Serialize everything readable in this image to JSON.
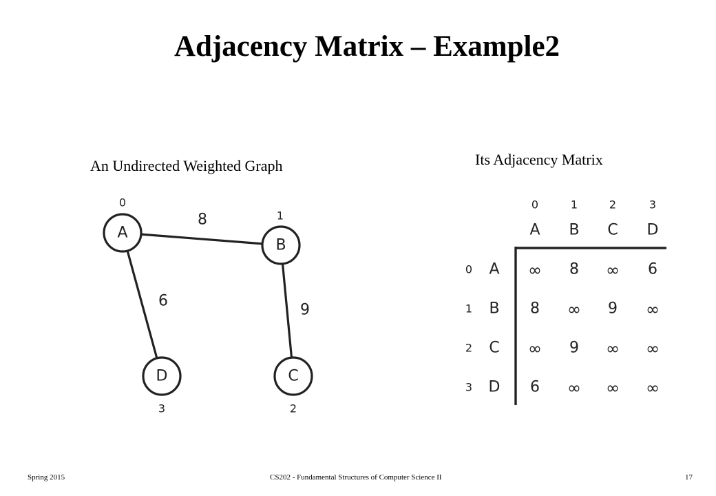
{
  "slide": {
    "title": "Adjacency Matrix – Example2",
    "graph_caption": "An Undirected Weighted Graph",
    "matrix_caption": "Its Adjacency Matrix"
  },
  "graph": {
    "nodes": [
      {
        "id": "A",
        "label": "A",
        "index": "0"
      },
      {
        "id": "B",
        "label": "B",
        "index": "1"
      },
      {
        "id": "C",
        "label": "C",
        "index": "2"
      },
      {
        "id": "D",
        "label": "D",
        "index": "3"
      }
    ],
    "edges": [
      {
        "from": "A",
        "to": "B",
        "weight": "8"
      },
      {
        "from": "A",
        "to": "D",
        "weight": "6"
      },
      {
        "from": "B",
        "to": "C",
        "weight": "9"
      }
    ]
  },
  "matrix": {
    "col_indices": [
      "0",
      "1",
      "2",
      "3"
    ],
    "col_labels": [
      "A",
      "B",
      "C",
      "D"
    ],
    "row_indices": [
      "0",
      "1",
      "2",
      "3"
    ],
    "row_labels": [
      "A",
      "B",
      "C",
      "D"
    ],
    "cells": [
      [
        "∞",
        "8",
        "∞",
        "6"
      ],
      [
        "8",
        "∞",
        "9",
        "∞"
      ],
      [
        "∞",
        "9",
        "∞",
        "∞"
      ],
      [
        "6",
        "∞",
        "∞",
        "∞"
      ]
    ]
  },
  "footer": {
    "left": "Spring 2015",
    "center": "CS202 - Fundamental Structures of Computer Science II",
    "page_number": "17"
  }
}
